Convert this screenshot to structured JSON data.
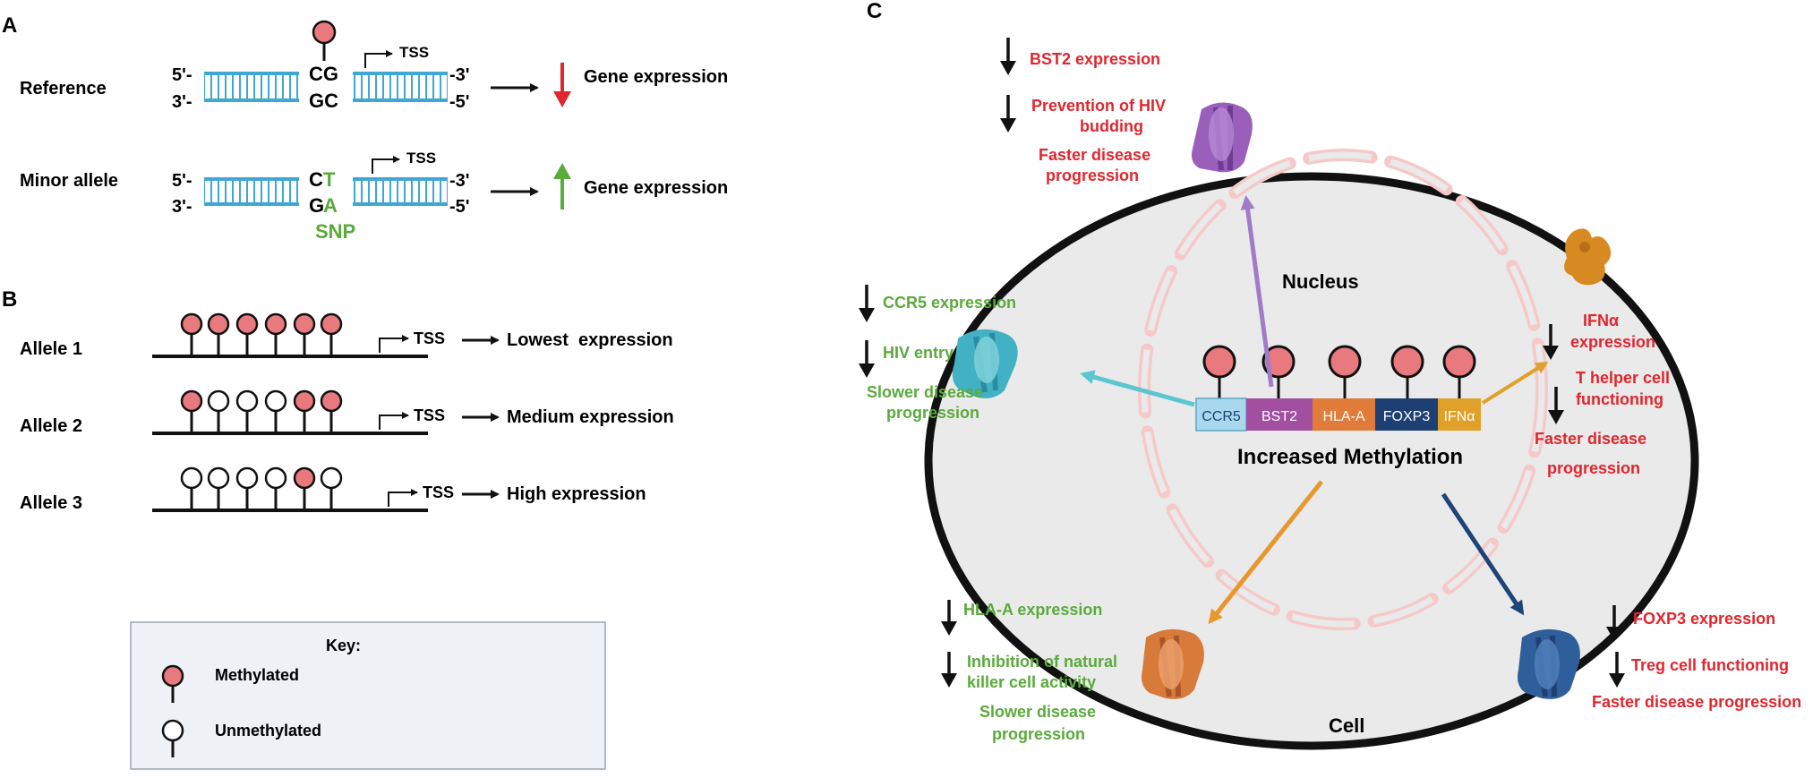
{
  "panelA": {
    "label": "A",
    "reference": {
      "name": "Reference",
      "top5": "5'-",
      "top3": "-3'",
      "bot3": "3'-",
      "bot5": "-5'",
      "topBases": "CG",
      "botBases": "GC",
      "tss": "TSS",
      "result": "Gene expression"
    },
    "minor": {
      "name": "Minor allele",
      "top5": "5'-",
      "top3": "-3'",
      "bot3": "3'-",
      "bot5": "-5'",
      "topC": "C",
      "topT": "T",
      "botG": "G",
      "botA": "A",
      "snp": "SNP",
      "tss": "TSS",
      "result": "Gene expression"
    }
  },
  "panelB": {
    "label": "B",
    "alleles": [
      {
        "name": "Allele 1",
        "result": "Lowest  expression",
        "tss": "TSS",
        "pattern": [
          1,
          1,
          1,
          1,
          1,
          1
        ]
      },
      {
        "name": "Allele 2",
        "result": "Medium expression",
        "tss": "TSS",
        "pattern": [
          1,
          0,
          0,
          0,
          1,
          1
        ]
      },
      {
        "name": "Allele 3",
        "result": "High expression",
        "tss": "TSS",
        "pattern": [
          0,
          0,
          0,
          0,
          1,
          0
        ]
      }
    ],
    "key": {
      "title": "Key:",
      "methylated": "Methylated",
      "unmethylated": "Unmethylated"
    }
  },
  "panelC": {
    "label": "C",
    "nucleus": "Nucleus",
    "cell": "Cell",
    "methylation": "Increased Methylation",
    "genes": [
      "CCR5",
      "BST2",
      "HLA-A",
      "FOXP3",
      "IFNα"
    ],
    "bst2": {
      "l1": "BST2 expression",
      "l2": "Prevention of HIV",
      "l3": "budding",
      "l4": "Faster disease",
      "l5": "progression"
    },
    "ccr5": {
      "l1": "CCR5 expression",
      "l2": "HIV entry",
      "l3": "Slower disease",
      "l4": "progression"
    },
    "ifna": {
      "l1": "IFNα",
      "l2": "expression",
      "l3": "T helper cell",
      "l4": "functioning",
      "l5": "Faster disease",
      "l6": "progression"
    },
    "hla": {
      "l1": "HLA-A expression",
      "l2": "Inhibition of natural",
      "l3": "killer cell activity",
      "l4": "Slower disease",
      "l5": "progression"
    },
    "foxp3": {
      "l1": "FOXP3 expression",
      "l2": "Treg cell functioning",
      "l3": "Faster disease progression"
    }
  },
  "colors": {
    "red": "#e0262e",
    "green": "#5aaa3c",
    "dnaBlue": "#3fa7d6",
    "pink": "#e8797e",
    "ccr5": "#a8d8ee",
    "bst2": "#a24fa2",
    "hla": "#e07b39",
    "foxp3": "#1e3f73",
    "ifna": "#e0a02a"
  }
}
